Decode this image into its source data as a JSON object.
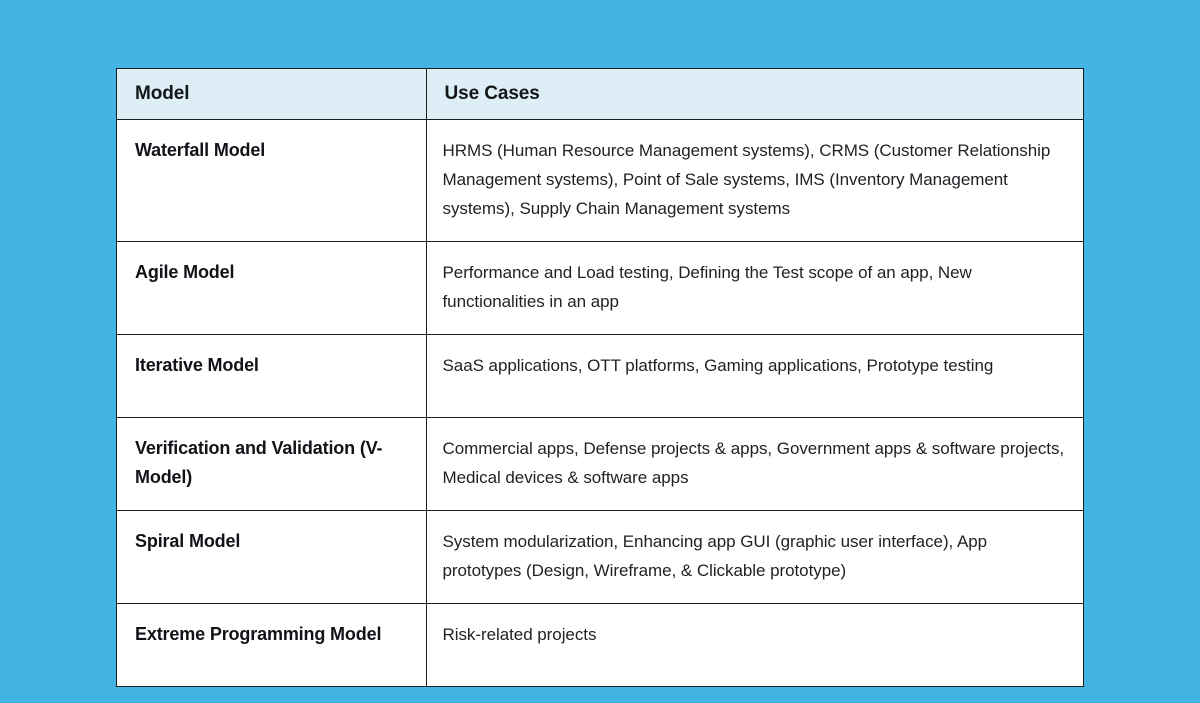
{
  "page": {
    "background_color": "#42b4e2",
    "table_background": "#ffffff",
    "border_color": "#1b1f24",
    "header_fill": "#ddeef6",
    "header_text_color": "#14171a",
    "body_text_color": "#1d2125"
  },
  "table": {
    "columns": [
      {
        "key": "model",
        "label": "Model"
      },
      {
        "key": "use_cases",
        "label": "Use Cases"
      }
    ],
    "rows": [
      {
        "model": "Waterfall Model",
        "use_cases": "HRMS (Human Resource Management systems), CRMS (Customer Relationship Management systems), Point of Sale systems, IMS (Inventory Management systems), Supply Chain Management systems"
      },
      {
        "model": "Agile Model",
        "use_cases": "Performance and Load testing, Defining the Test scope of an app, New functionalities in an app"
      },
      {
        "model": "Iterative Model",
        "use_cases": "SaaS applications, OTT platforms, Gaming applications, Prototype testing"
      },
      {
        "model": "Verification and Validation (V-Model)",
        "use_cases": "Commercial apps, Defense projects & apps, Government apps & software projects, Medical devices & software apps"
      },
      {
        "model": "Spiral Model",
        "use_cases": "System modularization, Enhancing app GUI (graphic user interface), App prototypes (Design, Wireframe, & Clickable prototype)"
      },
      {
        "model": "Extreme Programming Model",
        "use_cases": "Risk-related projects"
      }
    ]
  }
}
